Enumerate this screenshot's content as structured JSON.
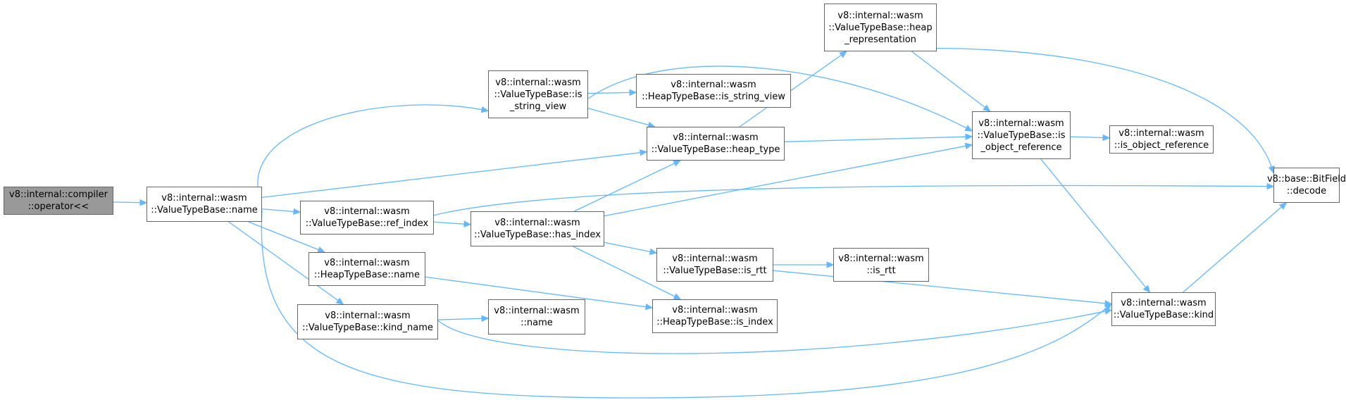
{
  "edge_color": "#63b8ff",
  "root_fill": "#999999",
  "node_border": "#666666",
  "nodes": [
    {
      "id": "op",
      "root": true,
      "lines": [
        "v8::internal::compiler",
        "::operator<<"
      ]
    },
    {
      "id": "name",
      "lines": [
        "v8::internal::wasm",
        "::ValueTypeBase::name"
      ]
    },
    {
      "id": "is_string_view",
      "lines": [
        "v8::internal::wasm",
        "::ValueTypeBase::is",
        "_string_view"
      ]
    },
    {
      "id": "ht_is_string_view",
      "lines": [
        "v8::internal::wasm",
        "::HeapTypeBase::is_string_view"
      ]
    },
    {
      "id": "heap_rep",
      "lines": [
        "v8::internal::wasm",
        "::ValueTypeBase::heap",
        "_representation"
      ]
    },
    {
      "id": "heap_type",
      "lines": [
        "v8::internal::wasm",
        "::ValueTypeBase::heap_type"
      ]
    },
    {
      "id": "is_obj_ref",
      "lines": [
        "v8::internal::wasm",
        "::ValueTypeBase::is",
        "_object_reference"
      ]
    },
    {
      "id": "w_is_obj_ref",
      "lines": [
        "v8::internal::wasm",
        "::is_object_reference"
      ]
    },
    {
      "id": "bitfield",
      "lines": [
        "v8::base::BitField",
        "::decode"
      ]
    },
    {
      "id": "ref_index",
      "lines": [
        "v8::internal::wasm",
        "::ValueTypeBase::ref_index"
      ]
    },
    {
      "id": "has_index",
      "lines": [
        "v8::internal::wasm",
        "::ValueTypeBase::has_index"
      ]
    },
    {
      "id": "ht_name",
      "lines": [
        "v8::internal::wasm",
        "::HeapTypeBase::name"
      ]
    },
    {
      "id": "is_rtt",
      "lines": [
        "v8::internal::wasm",
        "::ValueTypeBase::is_rtt"
      ]
    },
    {
      "id": "w_is_rtt",
      "lines": [
        "v8::internal::wasm",
        "::is_rtt"
      ]
    },
    {
      "id": "kind_name",
      "lines": [
        "v8::internal::wasm",
        "::ValueTypeBase::kind_name"
      ]
    },
    {
      "id": "w_name",
      "lines": [
        "v8::internal::wasm",
        "::name"
      ]
    },
    {
      "id": "ht_is_index",
      "lines": [
        "v8::internal::wasm",
        "::HeapTypeBase::is_index"
      ]
    },
    {
      "id": "kind",
      "lines": [
        "v8::internal::wasm",
        "::ValueTypeBase::kind"
      ]
    }
  ],
  "edges": [
    [
      "op",
      "name"
    ],
    [
      "name",
      "is_string_view"
    ],
    [
      "name",
      "heap_type"
    ],
    [
      "name",
      "ref_index"
    ],
    [
      "name",
      "ht_name"
    ],
    [
      "name",
      "kind_name"
    ],
    [
      "name",
      "kind"
    ],
    [
      "is_string_view",
      "ht_is_string_view"
    ],
    [
      "is_string_view",
      "heap_type"
    ],
    [
      "is_string_view",
      "is_obj_ref"
    ],
    [
      "heap_type",
      "heap_rep"
    ],
    [
      "heap_type",
      "is_obj_ref"
    ],
    [
      "heap_rep",
      "is_obj_ref"
    ],
    [
      "heap_rep",
      "bitfield"
    ],
    [
      "is_obj_ref",
      "w_is_obj_ref"
    ],
    [
      "is_obj_ref",
      "kind"
    ],
    [
      "ref_index",
      "has_index"
    ],
    [
      "ref_index",
      "bitfield"
    ],
    [
      "has_index",
      "heap_type"
    ],
    [
      "has_index",
      "is_obj_ref"
    ],
    [
      "has_index",
      "is_rtt"
    ],
    [
      "has_index",
      "ht_is_index"
    ],
    [
      "ht_name",
      "ht_is_index"
    ],
    [
      "is_rtt",
      "w_is_rtt"
    ],
    [
      "is_rtt",
      "kind"
    ],
    [
      "kind_name",
      "w_name"
    ],
    [
      "kind_name",
      "kind"
    ],
    [
      "kind",
      "bitfield"
    ]
  ]
}
